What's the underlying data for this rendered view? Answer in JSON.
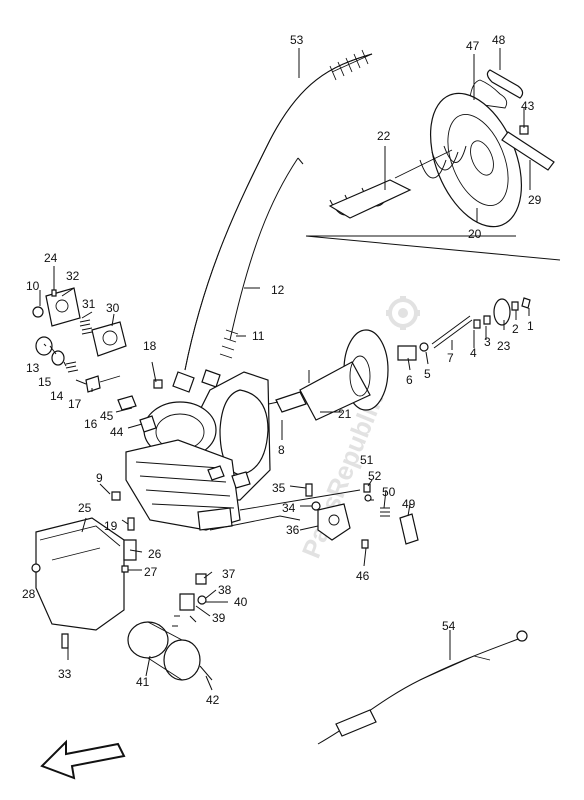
{
  "labels": {
    "l1": "1",
    "l2": "2",
    "l3": "3",
    "l4": "4",
    "l5": "5",
    "l6": "6",
    "l7": "7",
    "l8": "8",
    "l9": "9",
    "l10": "10",
    "l11": "11",
    "l12": "12",
    "l13": "13",
    "l14": "14",
    "l15": "15",
    "l16": "16",
    "l17": "17",
    "l18": "18",
    "l19": "19",
    "l20": "20",
    "l21": "21",
    "l22": "22",
    "l23": "23",
    "l24": "24",
    "l25": "25",
    "l26": "26",
    "l27": "27",
    "l28": "28",
    "l29": "29",
    "l30": "30",
    "l31": "31",
    "l32": "32",
    "l33": "33",
    "l34": "34",
    "l35": "35",
    "l36": "36",
    "l37": "37",
    "l38": "38",
    "l39": "39",
    "l40": "40",
    "l41": "41",
    "l42": "42",
    "l43": "43",
    "l44": "44",
    "l45": "45",
    "l46": "46",
    "l47": "47",
    "l48": "48",
    "l49": "49",
    "l50": "50",
    "l51": "51",
    "l52": "52",
    "l53": "53",
    "l54": "54"
  },
  "watermark": "PartsRepublik",
  "colors": {
    "ink": "#111111",
    "watermark": "#e2e2e2",
    "background": "#ffffff"
  },
  "icons": {
    "direction": "front-direction-arrow-icon",
    "watermark_logo": "gear-logo-icon"
  }
}
